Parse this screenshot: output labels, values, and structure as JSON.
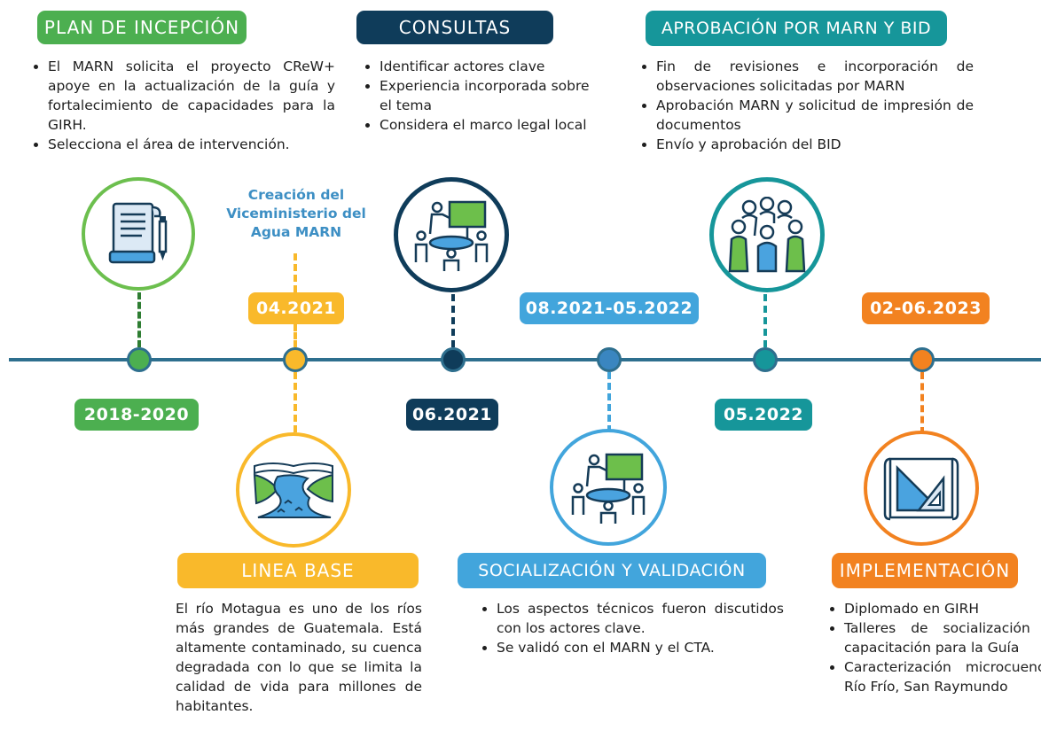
{
  "colors": {
    "timeline": "#2e6f8e",
    "green": "#4caf50",
    "dark_green": "#2e7d32",
    "yellow": "#f9b92b",
    "navy": "#0f3c5a",
    "light_blue": "#42a5dc",
    "teal": "#16969a",
    "orange": "#f28220",
    "creation_text": "#3d8fc4"
  },
  "timeline": {
    "dates": [
      "2018-2020",
      "04.2021",
      "06.2021",
      "08.2021-05.2022",
      "05.2022",
      "02-06.2023"
    ]
  },
  "creation_note": {
    "line1": "Creación del",
    "line2": "Viceministerio del",
    "line3": "Agua MARN"
  },
  "stages": {
    "plan": {
      "title": "PLAN DE INCEPCIÓN",
      "icon": "document-pen-icon",
      "items": [
        "El MARN solicita el proyecto CReW+ apoye en la actualización de la guía y fortalecimiento de capacidades para la GIRH.",
        "Selecciona el área de intervención."
      ]
    },
    "base": {
      "title": "LINEA BASE",
      "icon": "river-landscape-icon",
      "text": "El río Motagua es uno de los ríos más grandes de Guatemala. Está altamente contaminado, su cuenca degradada con lo que se limita la calidad de vida para millones de habitantes."
    },
    "consultas": {
      "title": "CONSULTAS",
      "icon": "meeting-presentation-icon",
      "items": [
        "Identificar actores clave",
        "Experiencia incorporada sobre el tema",
        "Considera el marco legal local"
      ]
    },
    "socializacion": {
      "title": "SOCIALIZACIÓN Y VALIDACIÓN",
      "icon": "meeting-presentation-icon",
      "items": [
        "Los aspectos técnicos fueron discutidos con los actores clave.",
        "Se validó con el MARN y el CTA."
      ]
    },
    "aprobacion": {
      "title": "APROBACIÓN POR MARN Y BID",
      "icon": "people-group-icon",
      "items": [
        "Fin de revisiones e incorporación de observaciones solicitadas por MARN",
        "Aprobación MARN y solicitud de impresión de documentos",
        "Envío y aprobación del BID"
      ]
    },
    "implementacion": {
      "title": "IMPLEMENTACIÓN",
      "icon": "blueprint-icon",
      "items": [
        "Diplomado en GIRH",
        "Talleres de socialización y capacitación para la Guía",
        "Caracterización microcuenca Río Frío, San Raymundo"
      ]
    }
  }
}
